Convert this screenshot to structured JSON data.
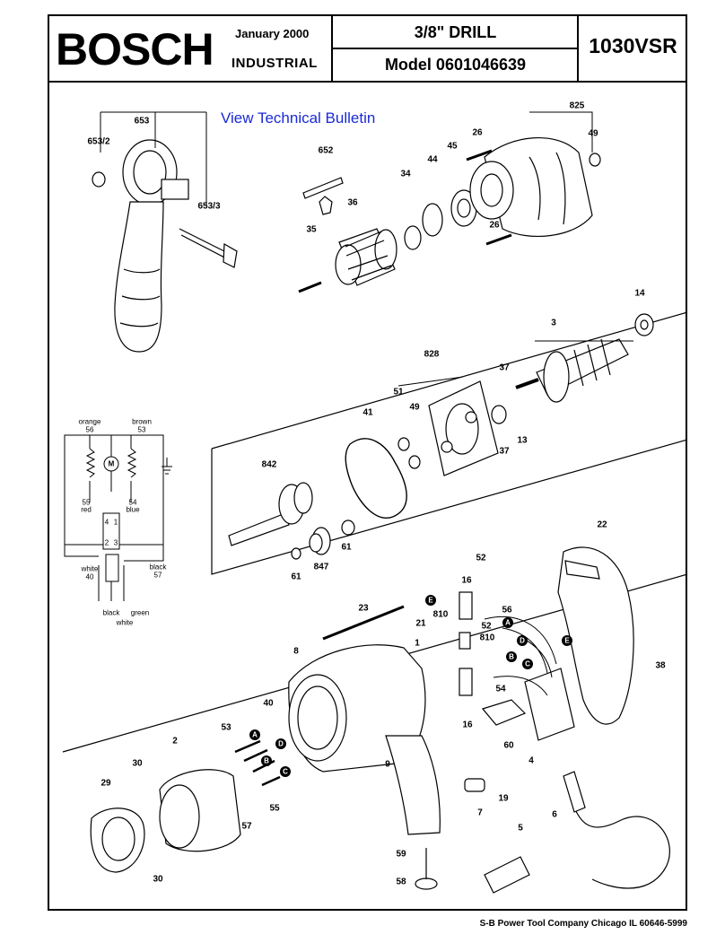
{
  "header": {
    "brand": "BOSCH",
    "date": "January 2000",
    "division": "INDUSTRIAL",
    "product": "3/8\" DRILL",
    "model": "Model  0601046639",
    "model_code": "1030VSR"
  },
  "bulletin_link": "View Technical Bulletin",
  "footer": "S-B Power Tool Company  Chicago IL 60646-5999",
  "part_labels": {
    "p653": "653",
    "p653_2": "653/2",
    "p653_3": "653/3",
    "p652": "652",
    "p36": "36",
    "p35": "35",
    "p34": "34",
    "p44": "44",
    "p45": "45",
    "p26a": "26",
    "p26b": "26",
    "p825": "825",
    "p49a": "49",
    "p14": "14",
    "p3": "3",
    "p828": "828",
    "p37a": "37",
    "p37b": "37",
    "p13": "13",
    "p51": "51",
    "p49b": "49",
    "p41": "41",
    "p842": "842",
    "p61a": "61",
    "p61b": "61",
    "p847": "847",
    "p22": "22",
    "p52a": "52",
    "p16a": "16",
    "p56": "56",
    "p810a": "810",
    "p52b": "52",
    "p810b": "810",
    "p21": "21",
    "p23": "23",
    "p8": "8",
    "p1": "1",
    "p54": "54",
    "p16b": "16",
    "p60": "60",
    "p4": "4",
    "p38": "38",
    "p40": "40",
    "p53": "53",
    "p2": "2",
    "p30a": "30",
    "p29": "29",
    "p30b": "30",
    "p57": "57",
    "p55": "55",
    "p9": "9",
    "p19": "19",
    "p7": "7",
    "p6": "6",
    "p5": "5",
    "p59": "59",
    "p58": "58"
  },
  "wiring": {
    "orange": "orange",
    "n56": "56",
    "brown": "brown",
    "n53": "53",
    "n55": "55",
    "red": "red",
    "n54": "54",
    "blue": "blue",
    "motor": "M",
    "white": "white",
    "n40": "40",
    "black": "black",
    "n57": "57",
    "black2": "black",
    "green": "green",
    "white2": "white",
    "t4": "4",
    "t1": "1",
    "t2": "2",
    "t3": "3"
  },
  "callouts": {
    "a": "A",
    "b": "B",
    "c": "C",
    "d": "D",
    "e": "E"
  }
}
